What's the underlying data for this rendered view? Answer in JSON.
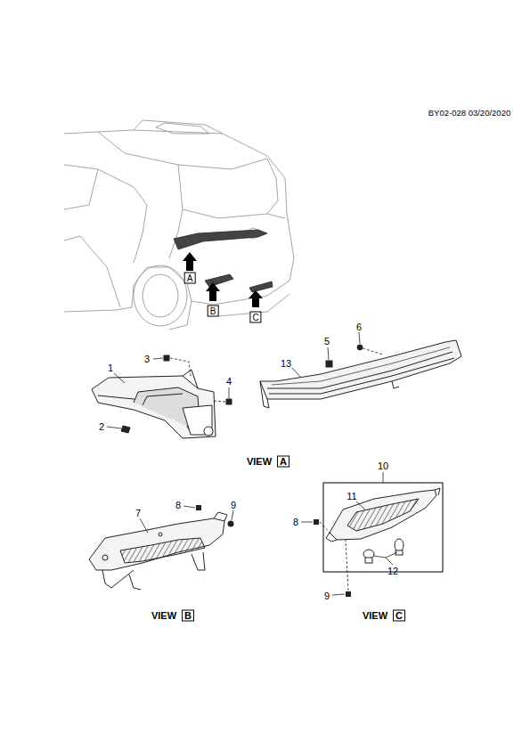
{
  "diagram": {
    "labels": [
      "BY02-028 03/20/2020",
      "A",
      "B",
      "C",
      "1",
      "3",
      "4",
      "2",
      "5",
      "6",
      "13",
      "VIEW",
      "A",
      "7",
      "8",
      "9",
      "VIEW",
      "B",
      "10",
      "11",
      "8",
      "12",
      "9",
      "VIEW",
      "C"
    ]
  }
}
